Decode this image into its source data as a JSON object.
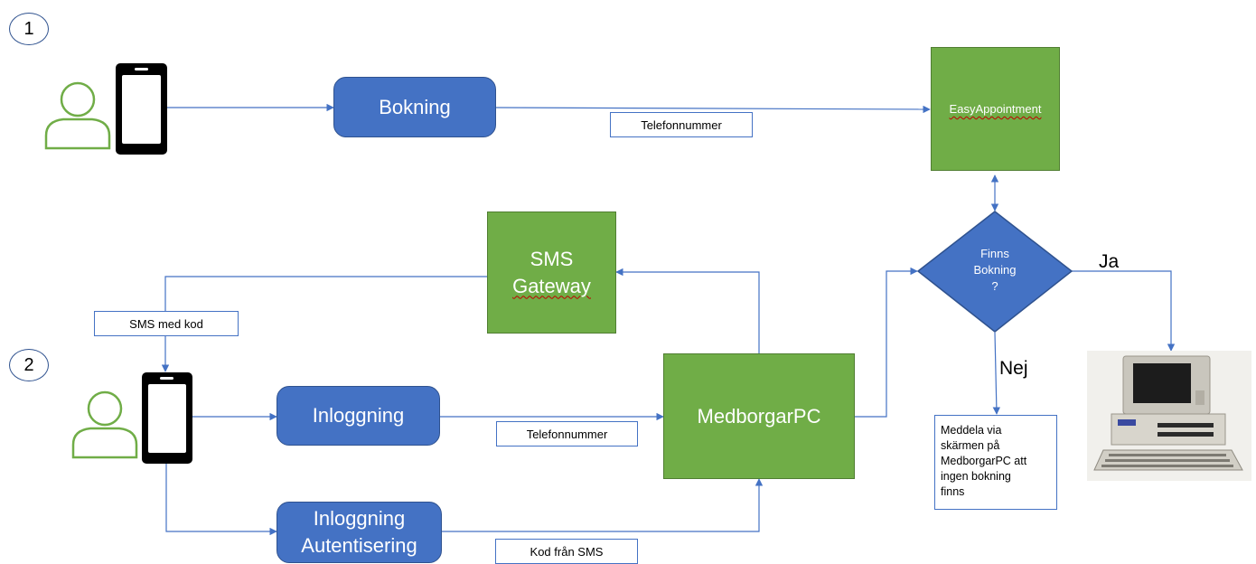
{
  "steps": {
    "one": "1",
    "two": "2"
  },
  "nodes": {
    "bokning": "Bokning",
    "easyappointment": "EasyAppointment",
    "sms_gateway_line1": "SMS",
    "sms_gateway_line2": "Gateway",
    "inloggning": "Inloggning",
    "inloggning_aut_line1": "Inloggning",
    "inloggning_aut_line2": "Autentisering",
    "medborgarpc": "MedborgarPC",
    "decision_line1": "Finns",
    "decision_line2": "Bokning",
    "decision_line3": "?",
    "message_line1": "Meddela via",
    "message_line2": "skärmen på",
    "message_line3": "MedborgarPC att",
    "message_line4": "ingen bokning",
    "message_line5": "finns"
  },
  "edge_labels": {
    "telefonnummer_top": "Telefonnummer",
    "sms_med_kod": "SMS med kod",
    "telefonnummer_mid": "Telefonnummer",
    "kod_fran_sms": "Kod från SMS",
    "ja": "Ja",
    "nej": "Nej"
  },
  "colors": {
    "process_blue": "#4472c4",
    "system_green": "#70ad47",
    "connector": "#4472c4",
    "user_icon": "#70ad47"
  },
  "icons": [
    "user-icon",
    "mobile-phone-icon",
    "desktop-computer-icon"
  ]
}
